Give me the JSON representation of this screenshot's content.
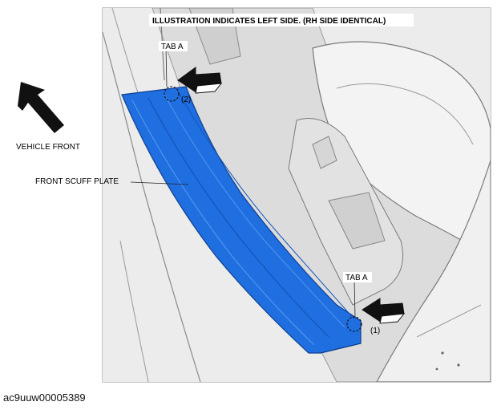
{
  "labels": {
    "title": "ILLUSTRATION INDICATES LEFT SIDE. (RH SIDE IDENTICAL)",
    "tab_a_top": "TAB A",
    "tab_a_bottom": "TAB A",
    "step_2": "(2)",
    "step_1": "(1)",
    "vehicle_front": "VEHICLE FRONT",
    "front_scuff_plate": "FRONT SCUFF PLATE"
  },
  "caption": "ac9uuw00005389",
  "colors": {
    "scuff_plate": "#1f6fe0",
    "scuff_plate_dark": "#1454b8",
    "background_body": "#e6e6e6",
    "outline": "#333333"
  },
  "icons": {
    "vehicle_front": "arrow-up-left-icon",
    "push_direction": "arrow-left-icon"
  }
}
